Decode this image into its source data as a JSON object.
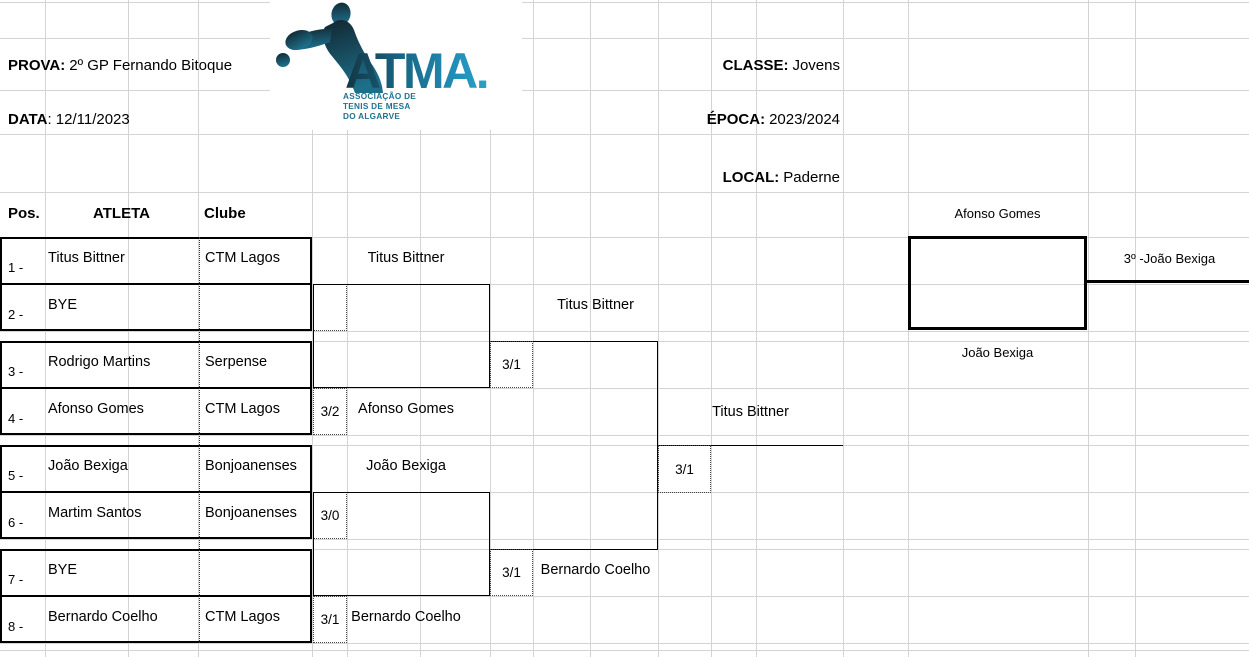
{
  "header": {
    "prova_label": "PROVA:",
    "prova_value": "2º GP Fernando Bitoque",
    "data_label": "DATA",
    "data_value": ": 12/11/2023",
    "classe_label": "CLASSE:",
    "classe_value": "Jovens",
    "epoca_label": "ÉPOCA:",
    "epoca_value": "2023/2024",
    "local_label": "LOCAL:",
    "local_value": "Paderne"
  },
  "logo": {
    "wordmark": "ATMA.",
    "subtitle_lines": [
      "ASSOCIAÇÃO DE",
      "TENIS DE MESA",
      "DO ALGARVE"
    ],
    "colors": {
      "dark": "#132a34",
      "teal": "#1d6e89",
      "cyan": "#2d9fc7",
      "subtitle": "#1d7291"
    }
  },
  "table": {
    "pos_header": "Pos.",
    "atleta_header": "ATLETA",
    "clube_header": "Clube",
    "rows": [
      {
        "pos": "1 -",
        "atleta": "Titus Bittner",
        "clube": "CTM Lagos"
      },
      {
        "pos": "2 -",
        "atleta": "BYE",
        "clube": ""
      },
      {
        "pos": "3 -",
        "atleta": "Rodrigo Martins",
        "clube": "Serpense"
      },
      {
        "pos": "4 -",
        "atleta": "Afonso Gomes",
        "clube": "CTM Lagos"
      },
      {
        "pos": "5 -",
        "atleta": "João Bexiga",
        "clube": "Bonjoanenses"
      },
      {
        "pos": "6 -",
        "atleta": "Martim Santos",
        "clube": "Bonjoanenses"
      },
      {
        "pos": "7 -",
        "atleta": "BYE",
        "clube": ""
      },
      {
        "pos": "8 -",
        "atleta": "Bernardo Coelho",
        "clube": "CTM Lagos"
      }
    ]
  },
  "bracket": {
    "round1_scores": [
      "",
      "3/2",
      "3/0",
      "3/1"
    ],
    "round1_winners": [
      "Titus Bittner",
      "Afonso Gomes",
      "João Bexiga",
      "Bernardo Coelho"
    ],
    "semifinal_scores": [
      "3/1",
      "3/1"
    ],
    "semifinal_winners": [
      "Titus Bittner",
      "Bernardo Coelho"
    ],
    "final_score": "3/1",
    "final_winner": "Titus Bittner",
    "third_place": {
      "top_label": "Afonso Gomes",
      "bottom_label": "João Bexiga",
      "result": "3º -João Bexiga"
    }
  },
  "colors": {
    "border": "#000000",
    "gridline": "#d4d4d4",
    "accent_teal": "#2d9fc7"
  }
}
